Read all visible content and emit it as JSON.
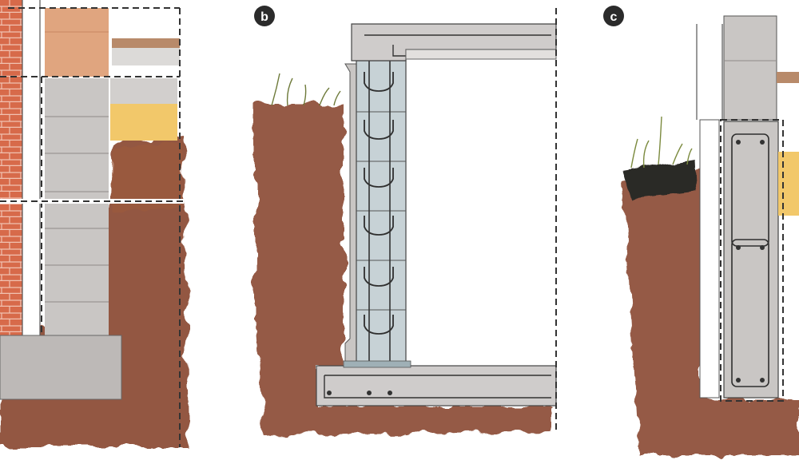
{
  "panels": [
    {
      "id": "a",
      "label": ""
    },
    {
      "id": "b",
      "label": "b"
    },
    {
      "id": "c",
      "label": "c"
    }
  ],
  "colors": {
    "soil": "#8a4a32",
    "soil_light": "#a9694e",
    "concrete": "#c9c6c4",
    "concrete_dark": "#a9a6a4",
    "brick": "#d76a4a",
    "mortar": "#e9b7a3",
    "block_tan": "#e0a57f",
    "insulation": "#f2c86a",
    "cavity_blue": "#c7d2d6",
    "rebar": "#3a3a3a",
    "grass": "#6e7a3a",
    "badge": "#2b2b2b"
  }
}
